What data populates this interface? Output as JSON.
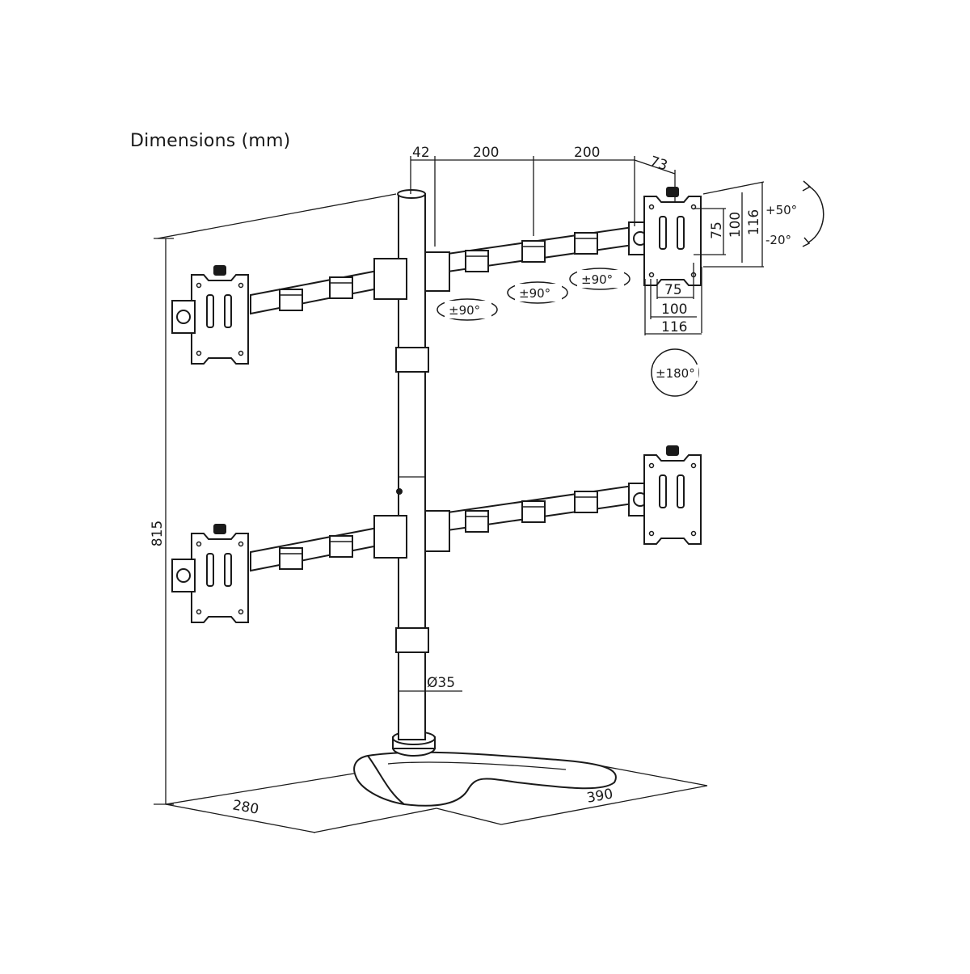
{
  "title": "Dimensions (mm)",
  "dimensions": {
    "offset_top": "42",
    "arm_span_left": "200",
    "arm_span_right": "200",
    "plate_offset": "73",
    "vesa_h_75": "75",
    "vesa_h_100": "100",
    "vesa_h_116": "116",
    "vesa_w_75": "75",
    "vesa_w_100": "100",
    "vesa_w_116": "116",
    "height": "815",
    "base_depth": "280",
    "base_width": "390",
    "pole_diameter": "Ø35"
  },
  "rotations": {
    "tilt_up": "+50°",
    "tilt_down": "-20°",
    "swivel_arm_1": "±90°",
    "swivel_arm_2": "±90°",
    "swivel_arm_3": "±90°",
    "rotate_plate": "±180°"
  },
  "colors": {
    "line": "#1a1a1a",
    "background": "#ffffff"
  }
}
